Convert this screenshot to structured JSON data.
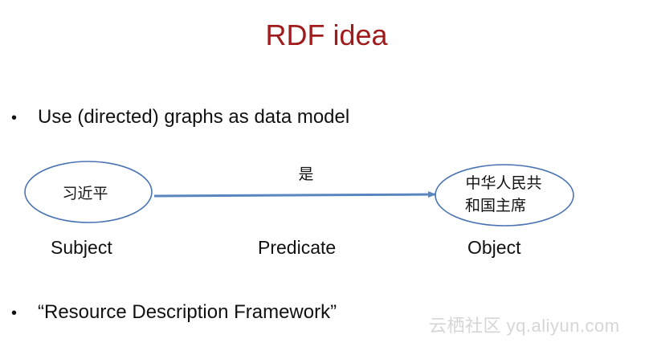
{
  "slide": {
    "title": "RDF idea",
    "title_color": "#a01c1c"
  },
  "bullets": [
    {
      "marker": "•",
      "text": "Use (directed) graphs as data model"
    },
    {
      "marker": "•",
      "text": "“Resource Description Framework”"
    }
  ],
  "diagram": {
    "subject_node": {
      "text": "习近平"
    },
    "predicate_edge": {
      "text": "是"
    },
    "object_node": {
      "lines": [
        "中华人民共",
        "和国主席"
      ]
    },
    "node_stroke_color": "#4a73b3",
    "edge_color": "#5a86c0"
  },
  "labels": {
    "subject": "Subject",
    "predicate": "Predicate",
    "object": "Object"
  },
  "watermark": {
    "text": "云栖社区 yq.aliyun.com"
  }
}
